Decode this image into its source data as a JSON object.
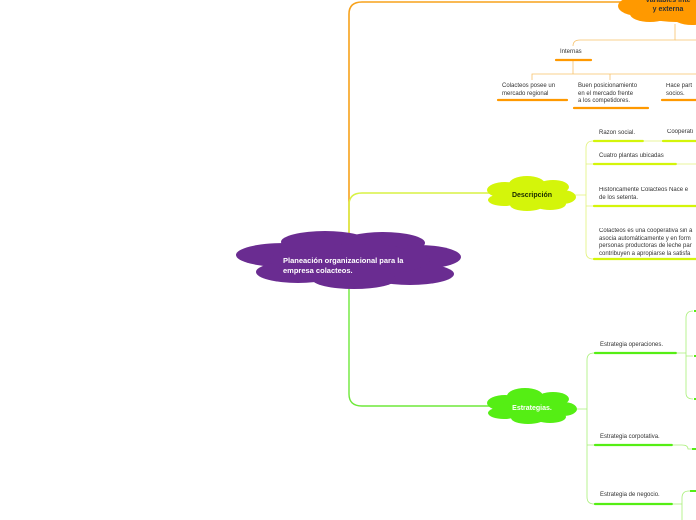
{
  "root": {
    "label": "Planeación organizacional para la\nempresa colacteos."
  },
  "variables": {
    "label": "Variables inte\ny externa",
    "internas": {
      "label": "Internas",
      "items": [
        "Colacteos posee un\nmercado regional",
        "Buen posicionamiento\nen el mercado frente\na los competidores.",
        "Hace part\nsocios."
      ]
    }
  },
  "descripcion": {
    "label": "Descripción",
    "items": [
      "Razon social.",
      "Cuatro plantas ubicadas",
      "Históricamente Colacteos Nace e\nde los setenta.",
      "Colacteos es una cooperativa sin á\nasocia automáticamente y en form\npersonas productoras de leche par\ncontribuyen a apropiarse la satisfa"
    ],
    "subitem": "Cooperati"
  },
  "estrategias": {
    "label": "Estrategias.",
    "items": [
      "Estrategia operaciones.",
      "Estrategia corpotativa.",
      "Estrategia de negocio."
    ]
  },
  "colors": {
    "root": "#6a2c91",
    "orange": "#ff9900",
    "orange_line": "#f7a21c",
    "yellow_green": "#d4f50a",
    "yellow_line": "#cdea3a",
    "green": "#55ee14",
    "green_line": "#6ee83a"
  }
}
